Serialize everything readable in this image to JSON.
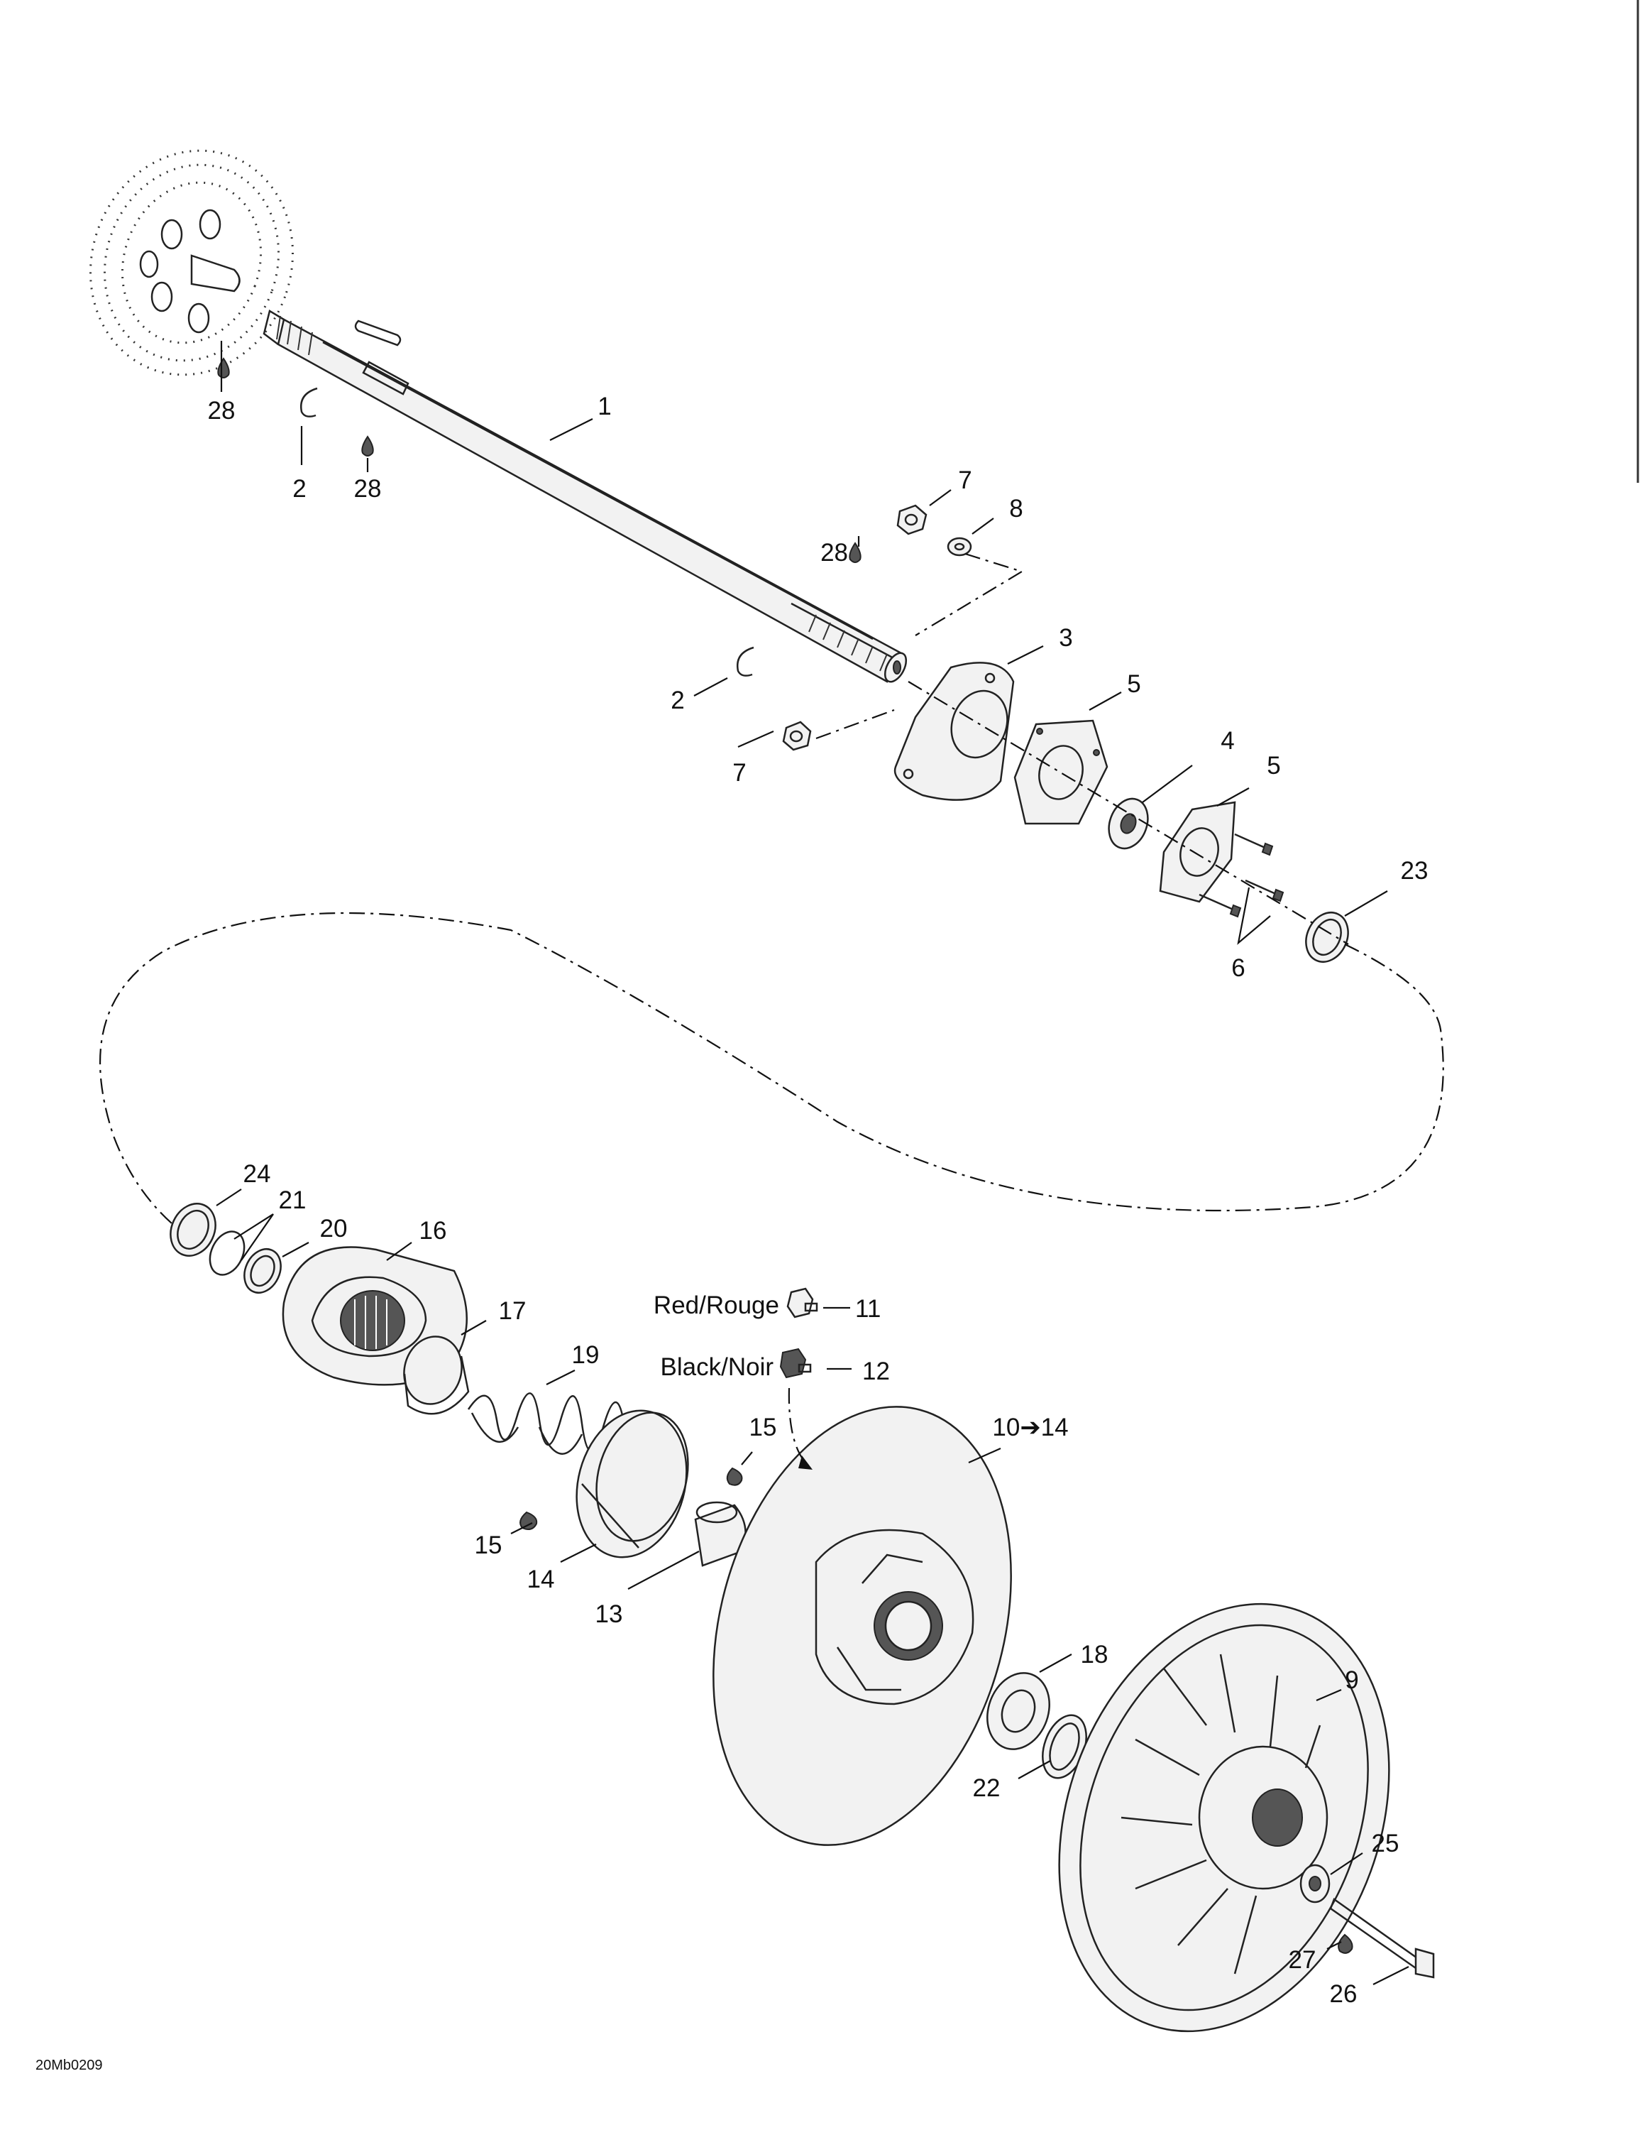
{
  "drawing_code": "20Mb0209",
  "labels": {
    "l1": "1",
    "l2a": "2",
    "l2b": "2",
    "l3": "3",
    "l4": "4",
    "l5a": "5",
    "l5b": "5",
    "l6": "6",
    "l7a": "7",
    "l7b": "7",
    "l8": "8",
    "l9": "9",
    "l10_14": "10➔14",
    "l11": "11",
    "l12": "12",
    "l13": "13",
    "l14": "14",
    "l15a": "15",
    "l15b": "15",
    "l16": "16",
    "l17": "17",
    "l18": "18",
    "l19": "19",
    "l20": "20",
    "l21": "21",
    "l22": "22",
    "l23": "23",
    "l24": "24",
    "l25": "25",
    "l26": "26",
    "l27": "27",
    "l28a": "28",
    "l28b": "28",
    "l28c": "28"
  },
  "color_notes": {
    "red": "Red/Rouge",
    "black": "Black/Noir"
  }
}
